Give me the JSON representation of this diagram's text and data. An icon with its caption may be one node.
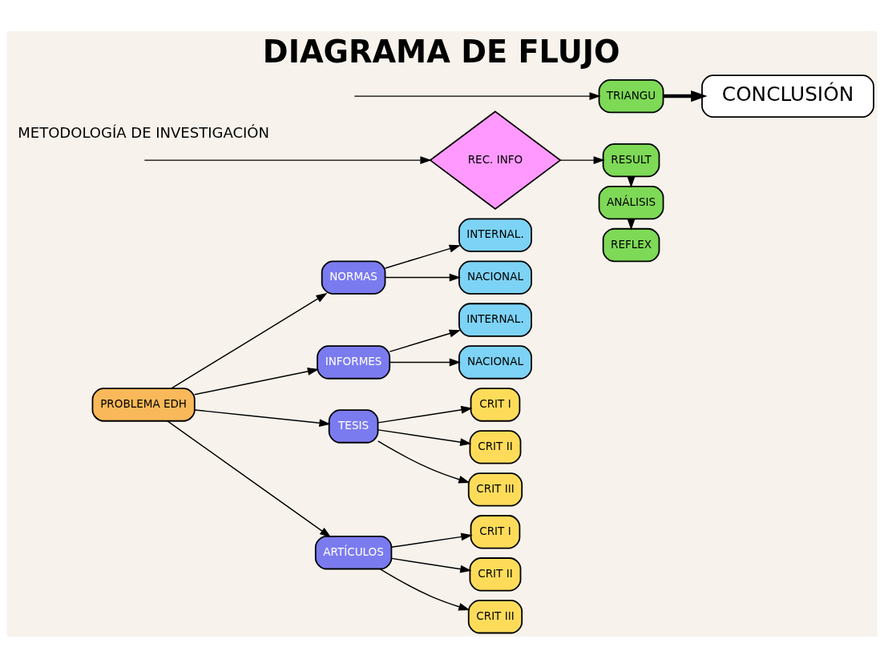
{
  "diagram": {
    "title": "DIAGRAMA DE FLUJO",
    "nodes": [
      {
        "text": [
          "PROBLEMA EDH"
        ]
      },
      {
        "text": [
          "NORMAS"
        ]
      },
      {
        "text": [
          "INTERNAL."
        ]
      },
      {
        "text": [
          "NACIONAL"
        ]
      },
      {
        "text": [
          "INFORMES"
        ]
      },
      {
        "text": [
          "INTERNAL."
        ]
      },
      {
        "text": [
          "NACIONAL"
        ]
      },
      {
        "text": [
          "TESIS"
        ]
      },
      {
        "text": [
          "CRIT I"
        ]
      },
      {
        "text": [
          "CRIT II"
        ]
      },
      {
        "text": [
          "CRIT III"
        ]
      },
      {
        "text": [
          "ARTÍCULOS"
        ]
      },
      {
        "text": [
          "CRIT I"
        ]
      },
      {
        "text": [
          "CRIT II"
        ]
      },
      {
        "text": [
          "CRIT III"
        ]
      },
      {
        "text": [
          "REC. INFO"
        ]
      },
      {
        "text": [
          "RESULT"
        ]
      },
      {
        "text": [
          "ANÁLISIS"
        ]
      },
      {
        "text": [
          "REFLEX"
        ]
      },
      {
        "text": [
          "TRIANGU"
        ]
      },
      {
        "text": [
          "CONCLUSIÓN"
        ]
      }
    ],
    "edges": [
      {
        "from": 0,
        "to": 1,
        "arrow": "to"
      },
      {
        "from": 0,
        "to": 4,
        "arrow": "to"
      },
      {
        "from": 0,
        "to": 7,
        "arrow": "to"
      },
      {
        "from": 0,
        "to": 11,
        "arrow": "to"
      },
      {
        "from": 1,
        "to": 2,
        "arrow": "to"
      },
      {
        "from": 1,
        "to": 3,
        "arrow": "to"
      },
      {
        "from": 4,
        "to": 5,
        "arrow": "to"
      },
      {
        "from": 4,
        "to": 6,
        "arrow": "to"
      },
      {
        "from": 7,
        "to": 8,
        "arrow": "to"
      },
      {
        "from": 7,
        "to": 9,
        "arrow": "to"
      },
      {
        "from": 7,
        "to": 10,
        "arrow": "to"
      },
      {
        "from": 11,
        "to": 12,
        "arrow": "to"
      },
      {
        "from": 11,
        "to": 13,
        "arrow": "to"
      },
      {
        "from": 11,
        "to": 14,
        "arrow": "to"
      },
      {
        "from": null,
        "to": 15,
        "arrow": "to"
      },
      {
        "from": 15,
        "to": 16,
        "arrow": "to"
      },
      {
        "from": 16,
        "to": 17,
        "arrow": "to"
      },
      {
        "from": 17,
        "to": 18,
        "arrow": "to"
      },
      {
        "from": null,
        "to": 19,
        "arrow": "to"
      },
      {
        "from": 19,
        "to": 20,
        "arrow": "to",
        "style": "thick"
      }
    ],
    "labels": [
      "METODOLOGÍA DE INVESTIGACIÓN"
    ]
  }
}
